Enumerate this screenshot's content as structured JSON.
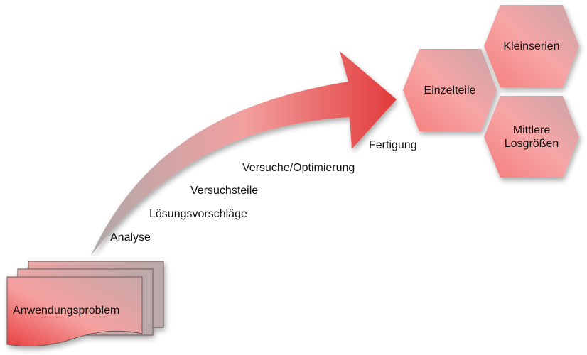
{
  "diagram": {
    "start": {
      "label": "Anwendungsproblem"
    },
    "steps": [
      {
        "label": "Analyse"
      },
      {
        "label": "Lösungsvorschläge"
      },
      {
        "label": "Versuchsteile"
      },
      {
        "label": "Versuche/Optimierung"
      },
      {
        "label": "Fertigung"
      }
    ],
    "outcomes": [
      {
        "label": "Einzelteile"
      },
      {
        "label": "Kleinserien"
      },
      {
        "label": "Mittlere Losgrößen",
        "line1": "Mittlere",
        "line2": "Losgrößen"
      }
    ],
    "colors": {
      "accent": "#e03a3a",
      "light": "#f6a0a0",
      "gray": "#b8a8a8"
    }
  }
}
